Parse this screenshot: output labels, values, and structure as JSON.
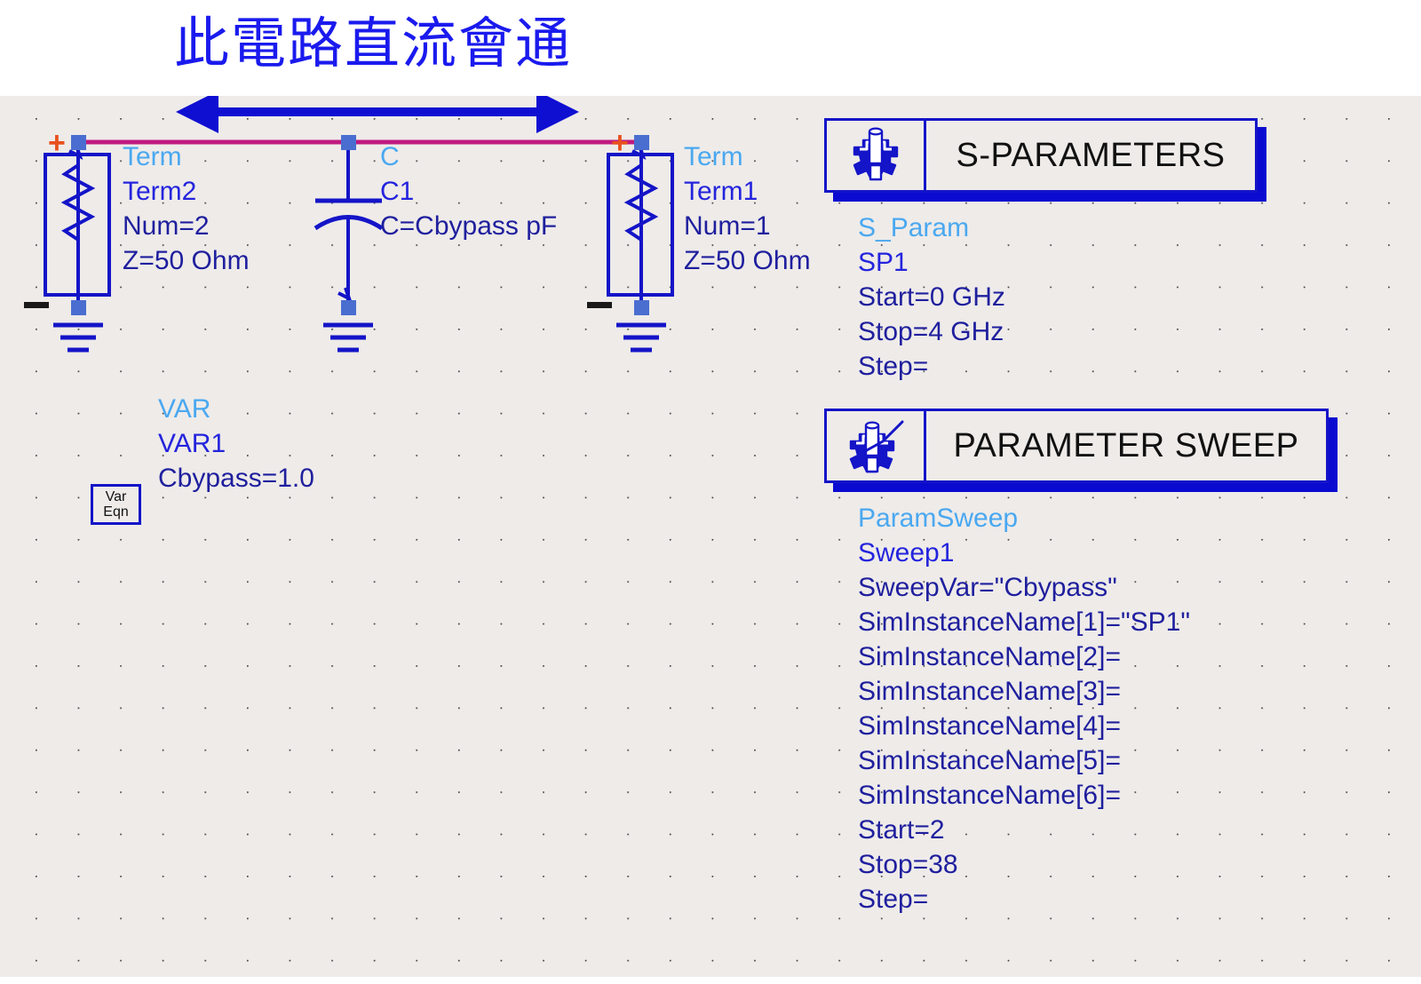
{
  "page": {
    "title_note": "此電路直流會通",
    "title_color": "#1a1aee",
    "canvas_bg": "#eeebe9",
    "wire_color": "#c0197f",
    "symbol_color": "#1414c8",
    "node_color": "#4a6ed0",
    "plus_color": "#e8501e"
  },
  "annotation": {
    "arrow_name": "double-headed-arrow",
    "arrow_color": "#0f0fd2"
  },
  "components": {
    "term2": {
      "type": "Term",
      "instance": "Term2",
      "params": [
        "Num=2",
        "Z=50 Ohm"
      ],
      "plus": "+",
      "minus": "−"
    },
    "cap": {
      "type": "C",
      "instance": "C1",
      "params": [
        "C=Cbypass pF"
      ]
    },
    "term1": {
      "type": "Term",
      "instance": "Term1",
      "params": [
        "Num=1",
        "Z=50 Ohm"
      ],
      "plus": "+",
      "minus": "−"
    },
    "var": {
      "symbol_line1": "Var",
      "symbol_line2": "Eqn",
      "type": "VAR",
      "instance": "VAR1",
      "params": [
        "Cbypass=1.0"
      ]
    }
  },
  "analyses": {
    "s_parameters": {
      "banner": "S-PARAMETERS",
      "icon": "gear-icon",
      "type": "S_Param",
      "instance": "SP1",
      "params": [
        "Start=0 GHz",
        "Stop=4 GHz",
        "Step="
      ]
    },
    "parameter_sweep": {
      "banner": "PARAMETER SWEEP",
      "icon": "gear-sweep-icon",
      "type": "ParamSweep",
      "instance": "Sweep1",
      "params": [
        "SweepVar=\"Cbypass\"",
        "SimInstanceName[1]=\"SP1\"",
        "SimInstanceName[2]=",
        "SimInstanceName[3]=",
        "SimInstanceName[4]=",
        "SimInstanceName[5]=",
        "SimInstanceName[6]=",
        "Start=2",
        "Stop=38",
        "Step="
      ]
    }
  }
}
